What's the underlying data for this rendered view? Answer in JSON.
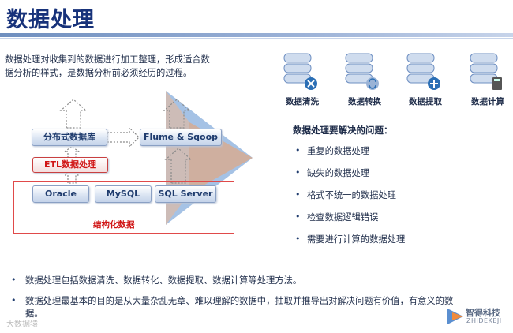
{
  "title": "数据处理",
  "intro": {
    "line1": "数据处理对收集到的数据进行加工整理，形成适合数",
    "line2": "据分析的样式，是数据分析前必须经历的过程。"
  },
  "diagram": {
    "distributed_db": "分布式数据库",
    "flume": "Flume & Sqoop",
    "etl": "ETL数据处理",
    "sources": [
      "Oracle",
      "MySQL",
      "SQL Server"
    ],
    "structured_label": "结构化数据"
  },
  "db_icons": [
    {
      "label": "数据清洗",
      "icon": "clean-x-icon",
      "color": "#2b6fb5"
    },
    {
      "label": "数据转换",
      "icon": "convert-icon",
      "color": "#2b6fb5"
    },
    {
      "label": "数据提取",
      "icon": "extract-plus-icon",
      "color": "#2b6fb5"
    },
    {
      "label": "数据计算",
      "icon": "calculator-icon",
      "color": "#2b6fb5"
    }
  ],
  "problems": {
    "title": "数据处理要解决的问题：",
    "items": [
      "重复的数据处理",
      "缺失的数据处理",
      "格式不统一的数据处理",
      "检查数据逻辑错误",
      "需要进行计算的数据处理"
    ]
  },
  "bullets": [
    "数据处理包括数据清洗、数据转化、数据提取、数据计算等处理方法。",
    "数据处理最基本的目的是从大量杂乱无章、难以理解的数据中，抽取并推导出对解决问题有价值，有意义的数",
    "据。"
  ],
  "watermarks": {
    "left": "大数据猿",
    "right_cn": "智得科技",
    "right_en": "ZHIDEKEJI"
  },
  "colors": {
    "accent": "#17327a",
    "red": "#d01515",
    "orange": "#f08a3c",
    "blue": "#2b6fb5"
  }
}
